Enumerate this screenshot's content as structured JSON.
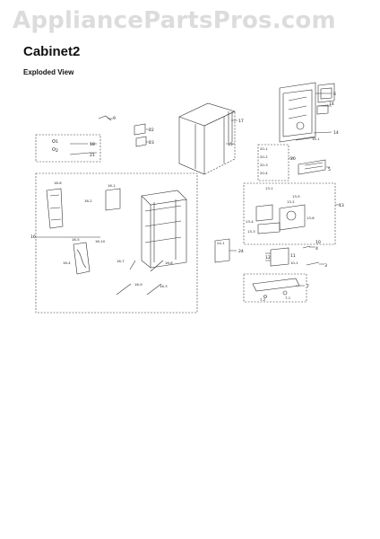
{
  "watermark": "AppliancePartsPros.com",
  "title": "Cabinet2",
  "subtitle": "Exploded View",
  "callouts": {
    "c1": "1",
    "c2": "2",
    "c3": "3",
    "c4": "4",
    "c5": "5",
    "c6": "6",
    "c7": "7",
    "c9": "9",
    "c10": "10",
    "c11": "11",
    "c12": "12",
    "c13": "13",
    "c14": "14",
    "c15": "15",
    "c16": "16",
    "c17": "17",
    "c18": "18",
    "c20": "20",
    "c21": "21",
    "c22": "22",
    "c23": "23",
    "c24": "24",
    "c13_1": "13-1",
    "c13_2": "13-2",
    "c13_3": "13-3",
    "c13_4": "13-4",
    "c13_5": "13-5",
    "c13_6": "13-6",
    "c16_1": "16-1",
    "c16_2": "16-2",
    "c16_3": "16-3",
    "c16_4": "16-4",
    "c16_5": "16-5",
    "c16_6": "16-6",
    "c16_7": "16-7",
    "c16_8": "16-8",
    "c16_9": "16-9",
    "c16_10": "16-10",
    "c20_1": "20-1",
    "c20_2": "20-2",
    "c20_3": "20-3",
    "c20_4": "20-4",
    "c24_1": "24-1",
    "c7_1": "7-1",
    "c7_2": "7-2",
    "c10_1": "10-1",
    "c14_1": "14-1"
  }
}
